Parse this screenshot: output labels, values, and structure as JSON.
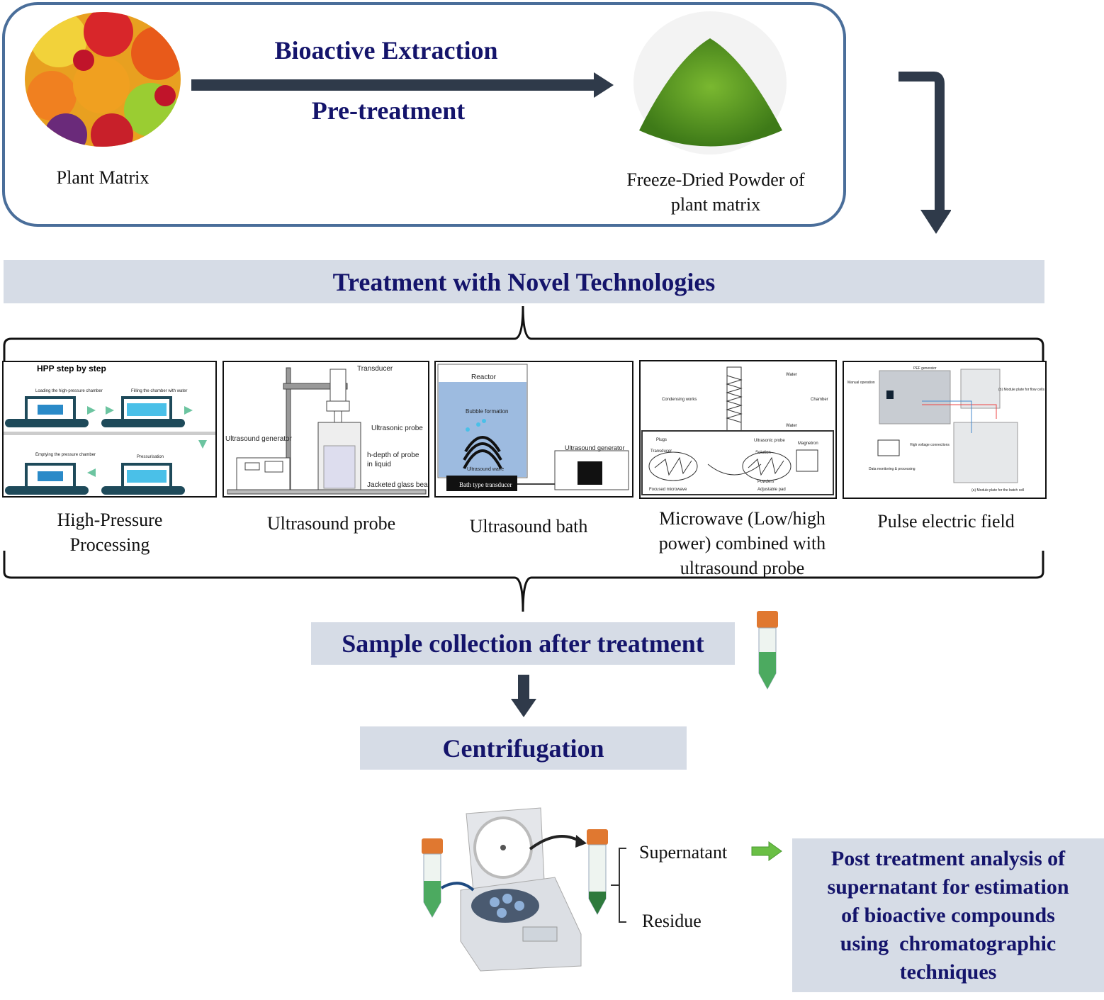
{
  "top": {
    "plant_matrix_label": "Plant Matrix",
    "arrow_top_label": "Bioactive Extraction",
    "arrow_bottom_label": "Pre-treatment",
    "powder_label_line1": "Freeze-Dried Powder of",
    "powder_label_line2": "plant matrix"
  },
  "treatment_banner": "Treatment with Novel Technologies",
  "technologies": [
    {
      "label_line1": "High-Pressure",
      "label_line2": "Processing",
      "image_title": "HPP step by step",
      "image_steps": [
        "Loading the high-pressure chamber",
        "Filling the chamber with water",
        "Emptying the pressure chamber",
        "Pressurisation"
      ]
    },
    {
      "label_line1": "Ultrasound probe",
      "image_labels": [
        "Transducer",
        "Ultrasonic probe",
        "Ultrasound generator",
        "h-depth of probe",
        "in liquid",
        "Jacketed glass beaker"
      ]
    },
    {
      "label_line1": "Ultrasound bath",
      "image_labels": [
        "Reactor",
        "Bubble formation",
        "Ultrasound wave",
        "Bath type transducer",
        "Ultrasound generator"
      ]
    },
    {
      "label_line1": "Microwave (Low/high",
      "label_line2": "power) combined with",
      "label_line3": "ultrasound probe",
      "image_labels": [
        "Water",
        "Condensing works",
        "Chamber",
        "Water",
        "Magnetron",
        "Ultrasonic probe",
        "Solution",
        "Powders",
        "Adjustable pad",
        "Focused microwave",
        "Transducer",
        "Plugs"
      ]
    },
    {
      "label_line1": "Pulse electric field",
      "image_labels": [
        "PEF generator",
        "Manual operation",
        "(b) Module plate for flow cells",
        "High voltage connections",
        "Data monitoring & processing",
        "(a) Module plate for the batch cell"
      ]
    }
  ],
  "sample_collection": "Sample collection after treatment",
  "centrifugation": "Centrifugation",
  "supernatant": "Supernatant",
  "residue": "Residue",
  "analysis": [
    "Post treatment analysis of",
    "supernatant for estimation",
    "of bioactive compounds",
    "using  chromatographic",
    "techniques"
  ],
  "colors": {
    "navy_text": "#14146b",
    "band": "#d6dce6",
    "arrow": "#2f3a4a",
    "box_border": "#4a6e9a",
    "green_arrow": "#6abf45"
  }
}
